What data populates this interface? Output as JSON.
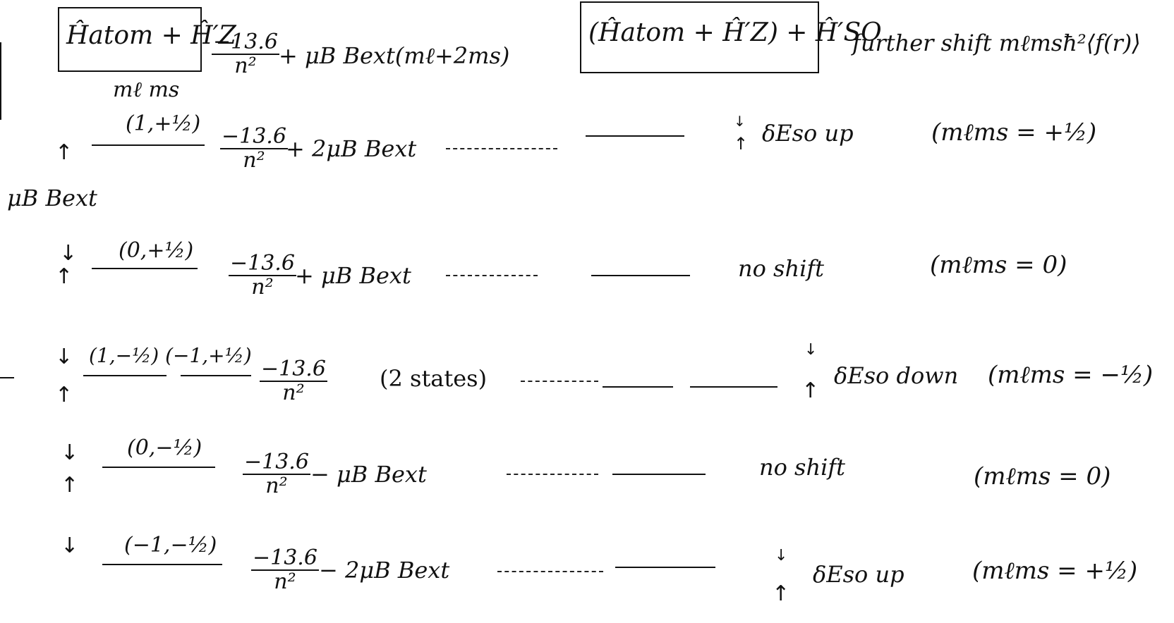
{
  "header": {
    "left_box": "Ĥatom + Ĥ′Z",
    "left_energy_expr": "+ μB Bext(mℓ+2ms)",
    "energy_num": "−13.6",
    "energy_den": "n²",
    "sub_label": "mℓ  ms",
    "right_box": "(Ĥatom + Ĥ′Z) + Ĥ′SO",
    "right_note": "further shift mℓmsħ²⟨f(r)⟩",
    "left_side_label": "μB Bext"
  },
  "levels": [
    {
      "states": "(1,+½)",
      "energy_num": "−13.6",
      "energy_den": "n²",
      "energy_tail": "+ 2μB Bext",
      "note": "δEso  up",
      "condition": "(mℓms = +½)"
    },
    {
      "states": "(0,+½)",
      "energy_num": "−13.6",
      "energy_den": "n²",
      "energy_tail": "+ μB Bext",
      "note": "no shift",
      "condition": "(mℓms = 0)"
    },
    {
      "states": "(1,−½)  (−1,+½)",
      "energy_num": "−13.6",
      "energy_den": "n²",
      "energy_tail": "(2 states)",
      "note": "δEso down",
      "condition": "(mℓms = −½)"
    },
    {
      "states": "(0,−½)",
      "energy_num": "−13.6",
      "energy_den": "n²",
      "energy_tail": "− μB Bext",
      "note": "no shift",
      "condition": "(mℓms = 0)"
    },
    {
      "states": "(−1,−½)",
      "energy_num": "−13.6",
      "energy_den": "n²",
      "energy_tail": "− 2μB Bext",
      "note": "δEso  up",
      "condition": "(mℓms = +½)"
    }
  ],
  "arrows": {
    "up": "↑",
    "down": "↓"
  }
}
